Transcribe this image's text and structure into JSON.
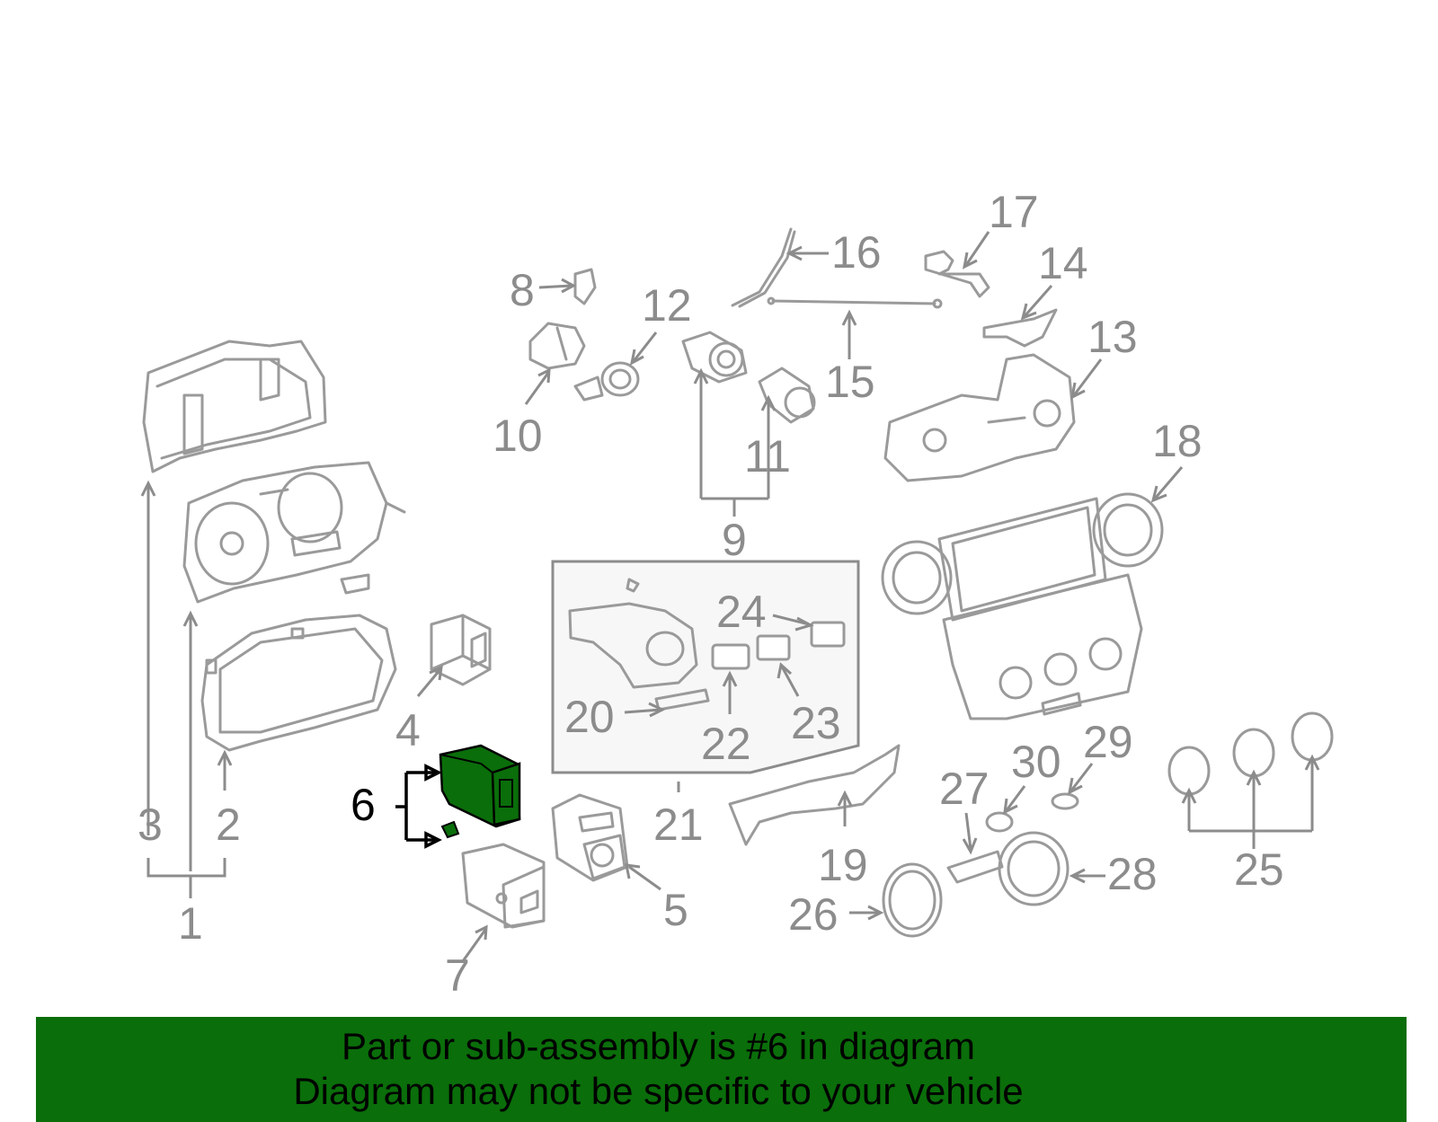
{
  "diagram": {
    "highlight_part": "6",
    "highlight_color": "#0a6e0a",
    "callouts": {
      "c1": "1",
      "c2": "2",
      "c3": "3",
      "c4": "4",
      "c5": "5",
      "c6": "6",
      "c7": "7",
      "c8": "8",
      "c9": "9",
      "c10": "10",
      "c11": "11",
      "c12": "12",
      "c13": "13",
      "c14": "14",
      "c15": "15",
      "c16": "16",
      "c17": "17",
      "c18": "18",
      "c19": "19",
      "c20": "20",
      "c21": "21",
      "c22": "22",
      "c23": "23",
      "c24": "24",
      "c25": "25",
      "c26": "26",
      "c27": "27",
      "c28": "28",
      "c29": "29",
      "c30": "30"
    }
  },
  "banner": {
    "line1": "Part or sub-assembly is #6 in diagram",
    "line2": "Diagram may not be specific to your vehicle",
    "background": "#0a6e0a"
  }
}
